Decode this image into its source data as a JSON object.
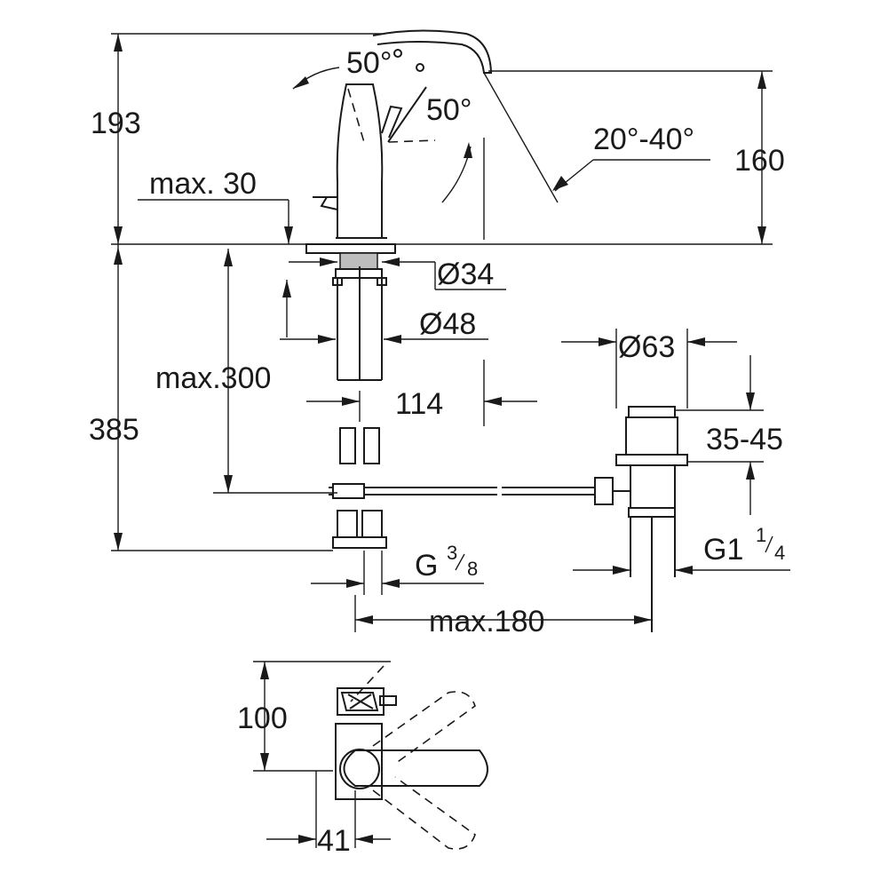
{
  "dimensions": {
    "height_193": "193",
    "height_160": "160",
    "height_385": "385",
    "lever_angle_upper": "50°",
    "lever_angle_lower": "50°",
    "spout_angle": "20°-40°",
    "max_30": "max. 30",
    "max_300": "max.300",
    "dia_34": "Ø34",
    "dia_48": "Ø48",
    "dia_63": "Ø63",
    "reach_114": "114",
    "waste_35_45": "35-45",
    "thread_g": "G",
    "thread_g_num": "3",
    "thread_g_den": "8",
    "thread_g1": "G1",
    "thread_g1_num": "1",
    "thread_g1_den": "4",
    "max_180": "max.180",
    "top_100": "100",
    "top_41": "41"
  }
}
